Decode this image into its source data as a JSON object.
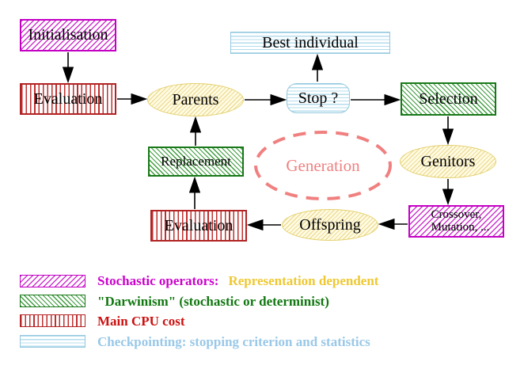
{
  "nodes": {
    "initialisation": {
      "label": "Initialisation"
    },
    "evaluation_top": {
      "label": "Evaluation"
    },
    "parents": {
      "label": "Parents"
    },
    "best_individual": {
      "label": "Best individual"
    },
    "stop": {
      "label": "Stop ?"
    },
    "selection": {
      "label": "Selection"
    },
    "replacement": {
      "label": "Replacement"
    },
    "generation": {
      "label": "Generation"
    },
    "genitors": {
      "label": "Genitors"
    },
    "evaluation_bottom": {
      "label": "Evaluation"
    },
    "offspring": {
      "label": "Offspring"
    },
    "crossover": {
      "line1": "Crossover,",
      "line2": "Mutation, ..."
    }
  },
  "legend": {
    "rows": [
      {
        "label": "Stochastic operators:",
        "label2": "Representation dependent"
      },
      {
        "label": "\"Darwinism\" (stochastic or determinist)"
      },
      {
        "label": "Main CPU cost"
      },
      {
        "label": "Checkpointing: stopping criterion and statistics"
      }
    ]
  },
  "colors": {
    "stochastic_magenta": "#cc00cc",
    "representation_yellow": "#eec832",
    "darwinism_green": "#117711",
    "cpu_red": "#cc1111",
    "checkpoint_cyan": "#99c8e8",
    "generation_salmon": "#f08080",
    "arrow_black": "#000000"
  }
}
